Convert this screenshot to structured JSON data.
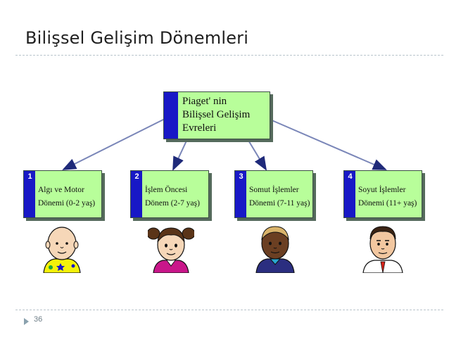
{
  "slide": {
    "title": "Bilişsel Gelişim Dönemleri",
    "page_number": "36"
  },
  "diagram": {
    "root": {
      "lines": [
        "Piaget' nin",
        "Bilişsel Gelişim",
        "Evreleri"
      ]
    },
    "stages": [
      {
        "number": "1",
        "lines": [
          "Algı ve Motor",
          "Dönemi (0-2 yaş)"
        ]
      },
      {
        "number": "2",
        "lines": [
          "İşlem Öncesi",
          "Dönem (2-7 yaş)"
        ]
      },
      {
        "number": "3",
        "lines": [
          "Somut İşlemler",
          "Dönemi (7-11 yaş)"
        ]
      },
      {
        "number": "4",
        "lines": [
          "Soyut İşlemler",
          "Dönemi (11+ yaş)"
        ]
      }
    ],
    "colors": {
      "box_fill": "#b8fe9a",
      "box_bar": "#1818c6",
      "connector": "#1f2a7a"
    },
    "illustrations": [
      "baby-face-icon",
      "girl-pigtails-face-icon",
      "boy-face-icon",
      "man-face-icon"
    ]
  }
}
